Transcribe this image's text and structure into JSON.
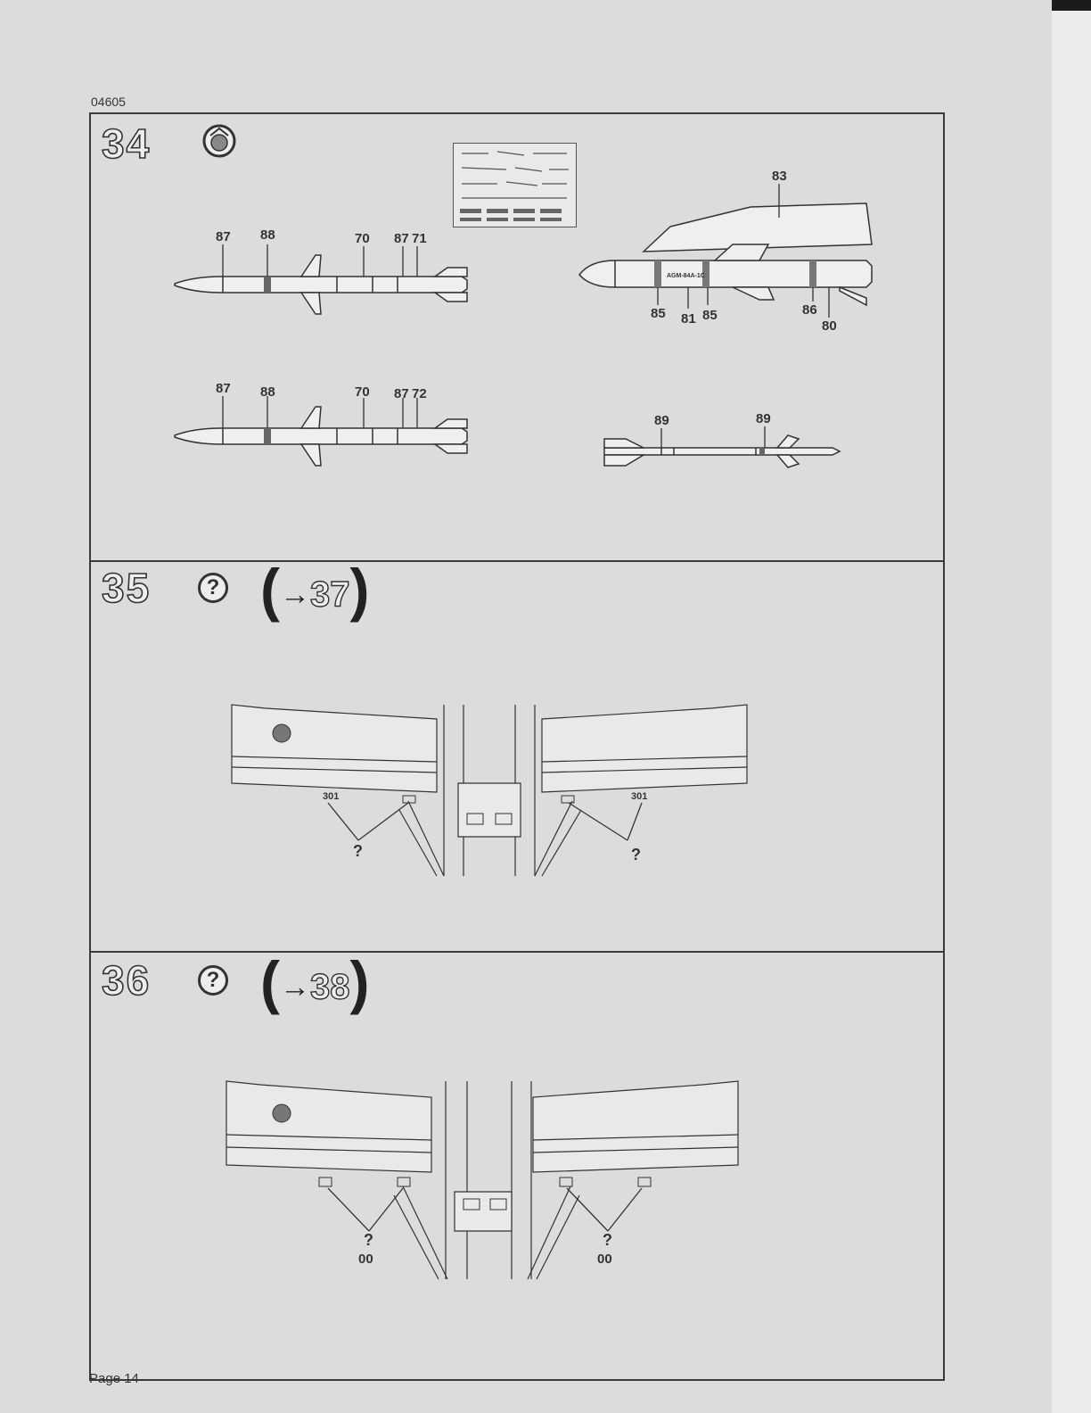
{
  "doc_code": "04605",
  "page_label": "Page 14",
  "steps": [
    {
      "number": "34"
    },
    {
      "number": "35",
      "goto_label": "37"
    },
    {
      "number": "36",
      "goto_label": "38"
    }
  ],
  "missile_top": {
    "p1": "87",
    "p2": "88",
    "p3": "70",
    "p4": "87",
    "p5": "71"
  },
  "missile_bottom": {
    "p1": "87",
    "p2": "88",
    "p3": "70",
    "p4": "87",
    "p5": "72"
  },
  "pod": {
    "p1": "83",
    "p2": "85",
    "p3": "81",
    "p4": "85",
    "p5": "86",
    "p6": "80",
    "stencil": "AGM-84A-1C"
  },
  "sidewinder": {
    "p1": "89",
    "p2": "89"
  },
  "wing35": {
    "left_code": "301",
    "right_code": "301",
    "q_left": "?",
    "q_right": "?"
  },
  "wing36": {
    "q_left": "?",
    "q_right": "?",
    "code_left": "00",
    "code_right": "00"
  },
  "icons": {
    "question": "?",
    "arrow": "→"
  }
}
